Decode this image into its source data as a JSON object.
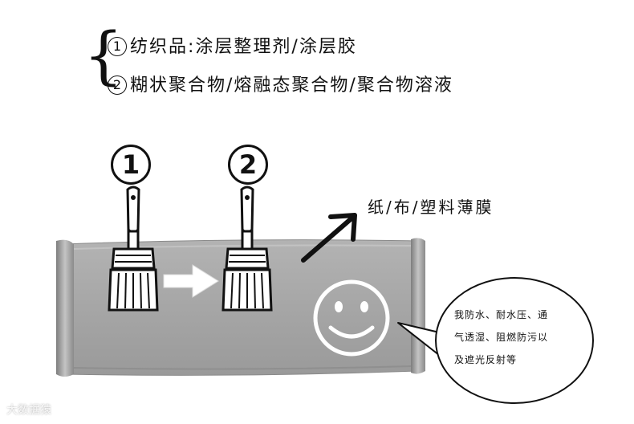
{
  "legend": {
    "line1": {
      "num": "1",
      "text": "纺织品:涂层整理剂/涂层胶"
    },
    "line2": {
      "num": "2",
      "text": "糊状聚合物/熔融态聚合物/聚合物溶液"
    }
  },
  "steps": [
    {
      "num": "1"
    },
    {
      "num": "2"
    }
  ],
  "substrate_label": "纸/布/塑料薄膜",
  "bubble": {
    "line1": "我防水、耐水压、通",
    "line2": "气透湿、阻燃防污以",
    "line3": "及遮光反射等"
  },
  "watermark": "大数据猿",
  "colors": {
    "substrate": "#a9a9a9",
    "substrate_dark": "#8e8e8e",
    "outline": "#111111",
    "brush_fill": "#ffffff"
  },
  "icons": {
    "brush": "paint-brush-icon",
    "arrow_right": "arrow-right-icon",
    "arrow_diag": "arrow-up-right-icon",
    "smiley": "smiley-face-icon",
    "bubble": "speech-bubble-icon"
  }
}
